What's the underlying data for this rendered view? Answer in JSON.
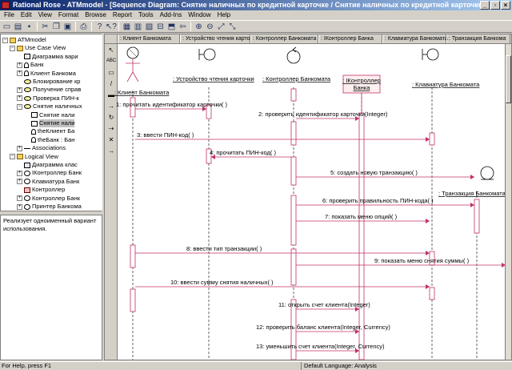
{
  "window": {
    "title": "Rational Rose - ATMmodel - [Sequence Diagram: Снятие наличных по кредитной карточке / Снятие наличных по кредитной карточке]",
    "minimize": "_",
    "restore": "▫",
    "close": "×"
  },
  "menu": [
    "File",
    "Edit",
    "View",
    "Format",
    "Browse",
    "Report",
    "Tools",
    "Add-Ins",
    "Window",
    "Help"
  ],
  "toolbar": {
    "icons": [
      "new-icon",
      "open-icon",
      "save-icon",
      "cut-icon",
      "copy-icon",
      "paste-icon",
      "print-icon",
      "help-icon",
      "context-help-icon",
      "browse-class-icon",
      "browse-interaction-icon",
      "browse-component-icon",
      "browse-deployment-icon",
      "browse-parent-icon",
      "browse-previous-icon",
      "zoom-in-icon",
      "zoom-out-icon",
      "fit-icon",
      "undo-fit-icon"
    ],
    "glyphs": [
      "▭",
      "▤",
      "▪",
      "✂",
      "❐",
      "▣",
      "⎙",
      "?",
      "↖?",
      "▦",
      "▥",
      "▧",
      "⊟",
      "⬒",
      "⇦",
      "⊕",
      "⊖",
      "⤢",
      "⤡"
    ]
  },
  "browser": {
    "items": [
      {
        "label": "ATMmodel",
        "icon": "folder",
        "indent": 0,
        "exp": "−"
      },
      {
        "label": "Use Case View",
        "icon": "folder",
        "indent": 1,
        "exp": "−"
      },
      {
        "label": "Диаграмма вари",
        "icon": "diagram",
        "indent": 2,
        "exp": ""
      },
      {
        "label": "Банк",
        "icon": "actor",
        "indent": 2,
        "exp": "+"
      },
      {
        "label": "Клиент Банкома",
        "icon": "actor",
        "indent": 2,
        "exp": "+"
      },
      {
        "label": "Блокирование кр",
        "icon": "usecase",
        "indent": 2,
        "exp": ""
      },
      {
        "label": "Получение справ",
        "icon": "usecase",
        "indent": 2,
        "exp": "+"
      },
      {
        "label": "Проверка ПИН-к",
        "icon": "usecase",
        "indent": 2,
        "exp": "+"
      },
      {
        "label": "Снятие наличных",
        "icon": "usecase",
        "indent": 2,
        "exp": "−"
      },
      {
        "label": "Снятие нали",
        "icon": "seq",
        "indent": 3,
        "exp": ""
      },
      {
        "label": "Снятие нали",
        "icon": "seq",
        "indent": 3,
        "exp": "",
        "selected": true
      },
      {
        "label": "theКлиент Ба",
        "icon": "actor",
        "indent": 3,
        "exp": ""
      },
      {
        "label": "theБанк : Бан",
        "icon": "actor",
        "indent": 3,
        "exp": ""
      },
      {
        "label": "Associations",
        "icon": "assoc",
        "indent": 2,
        "exp": "+"
      },
      {
        "label": "Logical View",
        "icon": "folder",
        "indent": 1,
        "exp": "−"
      },
      {
        "label": "Диаграмма клас",
        "icon": "diagram",
        "indent": 2,
        "exp": ""
      },
      {
        "label": "IКонтроллер Банк",
        "icon": "iface",
        "indent": 2,
        "exp": "+"
      },
      {
        "label": "Клавиатура Банк",
        "icon": "iface",
        "indent": 2,
        "exp": "+"
      },
      {
        "label": "Контроллер",
        "icon": "class",
        "indent": 2,
        "exp": ""
      },
      {
        "label": "Контроллер Банк",
        "icon": "control",
        "indent": 2,
        "exp": "+"
      },
      {
        "label": "Принтер Банкома",
        "icon": "iface",
        "indent": 2,
        "exp": "+"
      }
    ]
  },
  "documentation": "Реализует одноименный вариант использования.",
  "diagram": {
    "header_tabs": [
      ": Клиент Банкомата",
      ": Устройство чтения карто",
      ": Контроллер Банкомата",
      ": IКонтроллер Банка",
      ": Клавиатура Банкомата",
      ": Транзакция Банкома"
    ],
    "palette": [
      "pointer-tool",
      "text-tool",
      "note-tool",
      "anchor-tool",
      "object-tool",
      "message-tool",
      "self-message-tool",
      "return-tool",
      "destroy-tool",
      "undo-tool"
    ],
    "palette_glyphs": [
      "↖",
      "ABC",
      "▭",
      "/",
      "▬",
      "→",
      "↻",
      "⇢",
      "✕",
      "→"
    ],
    "objects": [
      {
        "name": ": Клиент Банкомата",
        "kind": "actor"
      },
      {
        "name": ": Устройство чтения карточки",
        "kind": "boundary"
      },
      {
        "name": ": Контроллер Банкомата",
        "kind": "control"
      },
      {
        "name": ": IКонтроллер Банка",
        "kind": "interface"
      },
      {
        "name": ": Клавиатура Банкомата",
        "kind": "boundary"
      },
      {
        "name": ": Транзакция Банкомата",
        "kind": "entity"
      }
    ],
    "messages": [
      {
        "label": "1: прочитать идентификатор карточки( )",
        "from": 0,
        "to": 1
      },
      {
        "label": "2: проверить идентификатор карточки(Integer)",
        "from": 2,
        "to": 3
      },
      {
        "label": "3: ввести ПИН-код( )",
        "from": 0,
        "to": 4
      },
      {
        "label": "4: прочитать ПИН-код( )",
        "from": 2,
        "to": 1
      },
      {
        "label": "5: создать новую транзакцию( )",
        "from": 2,
        "to": 5
      },
      {
        "label": "6: проверить правильность ПИН-кода( )",
        "from": 2,
        "to": 5
      },
      {
        "label": "7: показать меню опций( )",
        "from": 2,
        "to": 4
      },
      {
        "label": "8: ввести тип транзакции( )",
        "from": 0,
        "to": 4
      },
      {
        "label": "9: показать меню снятия суммы( )",
        "from": 2,
        "to": 6
      },
      {
        "label": "10: ввести сумму снятия наличных( )",
        "from": 0,
        "to": 4
      },
      {
        "label": "11: открыть счет клиента(Integer)",
        "from": 2,
        "to": 3
      },
      {
        "label": "12: проверить баланс клиента(Integer, Currency)",
        "from": 2,
        "to": 3
      },
      {
        "label": "13: уменьшить счет клиента(Integer, Currency)",
        "from": 2,
        "to": 3
      }
    ]
  },
  "status": {
    "help": "For Help, press F1",
    "language": "Default Language: Analysis"
  },
  "colors": {
    "message_line": "#c0306a",
    "titlebar_start": "#0a246a",
    "titlebar_end": "#a6caf0",
    "object_fill": "#ffffff",
    "interface_fill": "#fff0f0"
  }
}
